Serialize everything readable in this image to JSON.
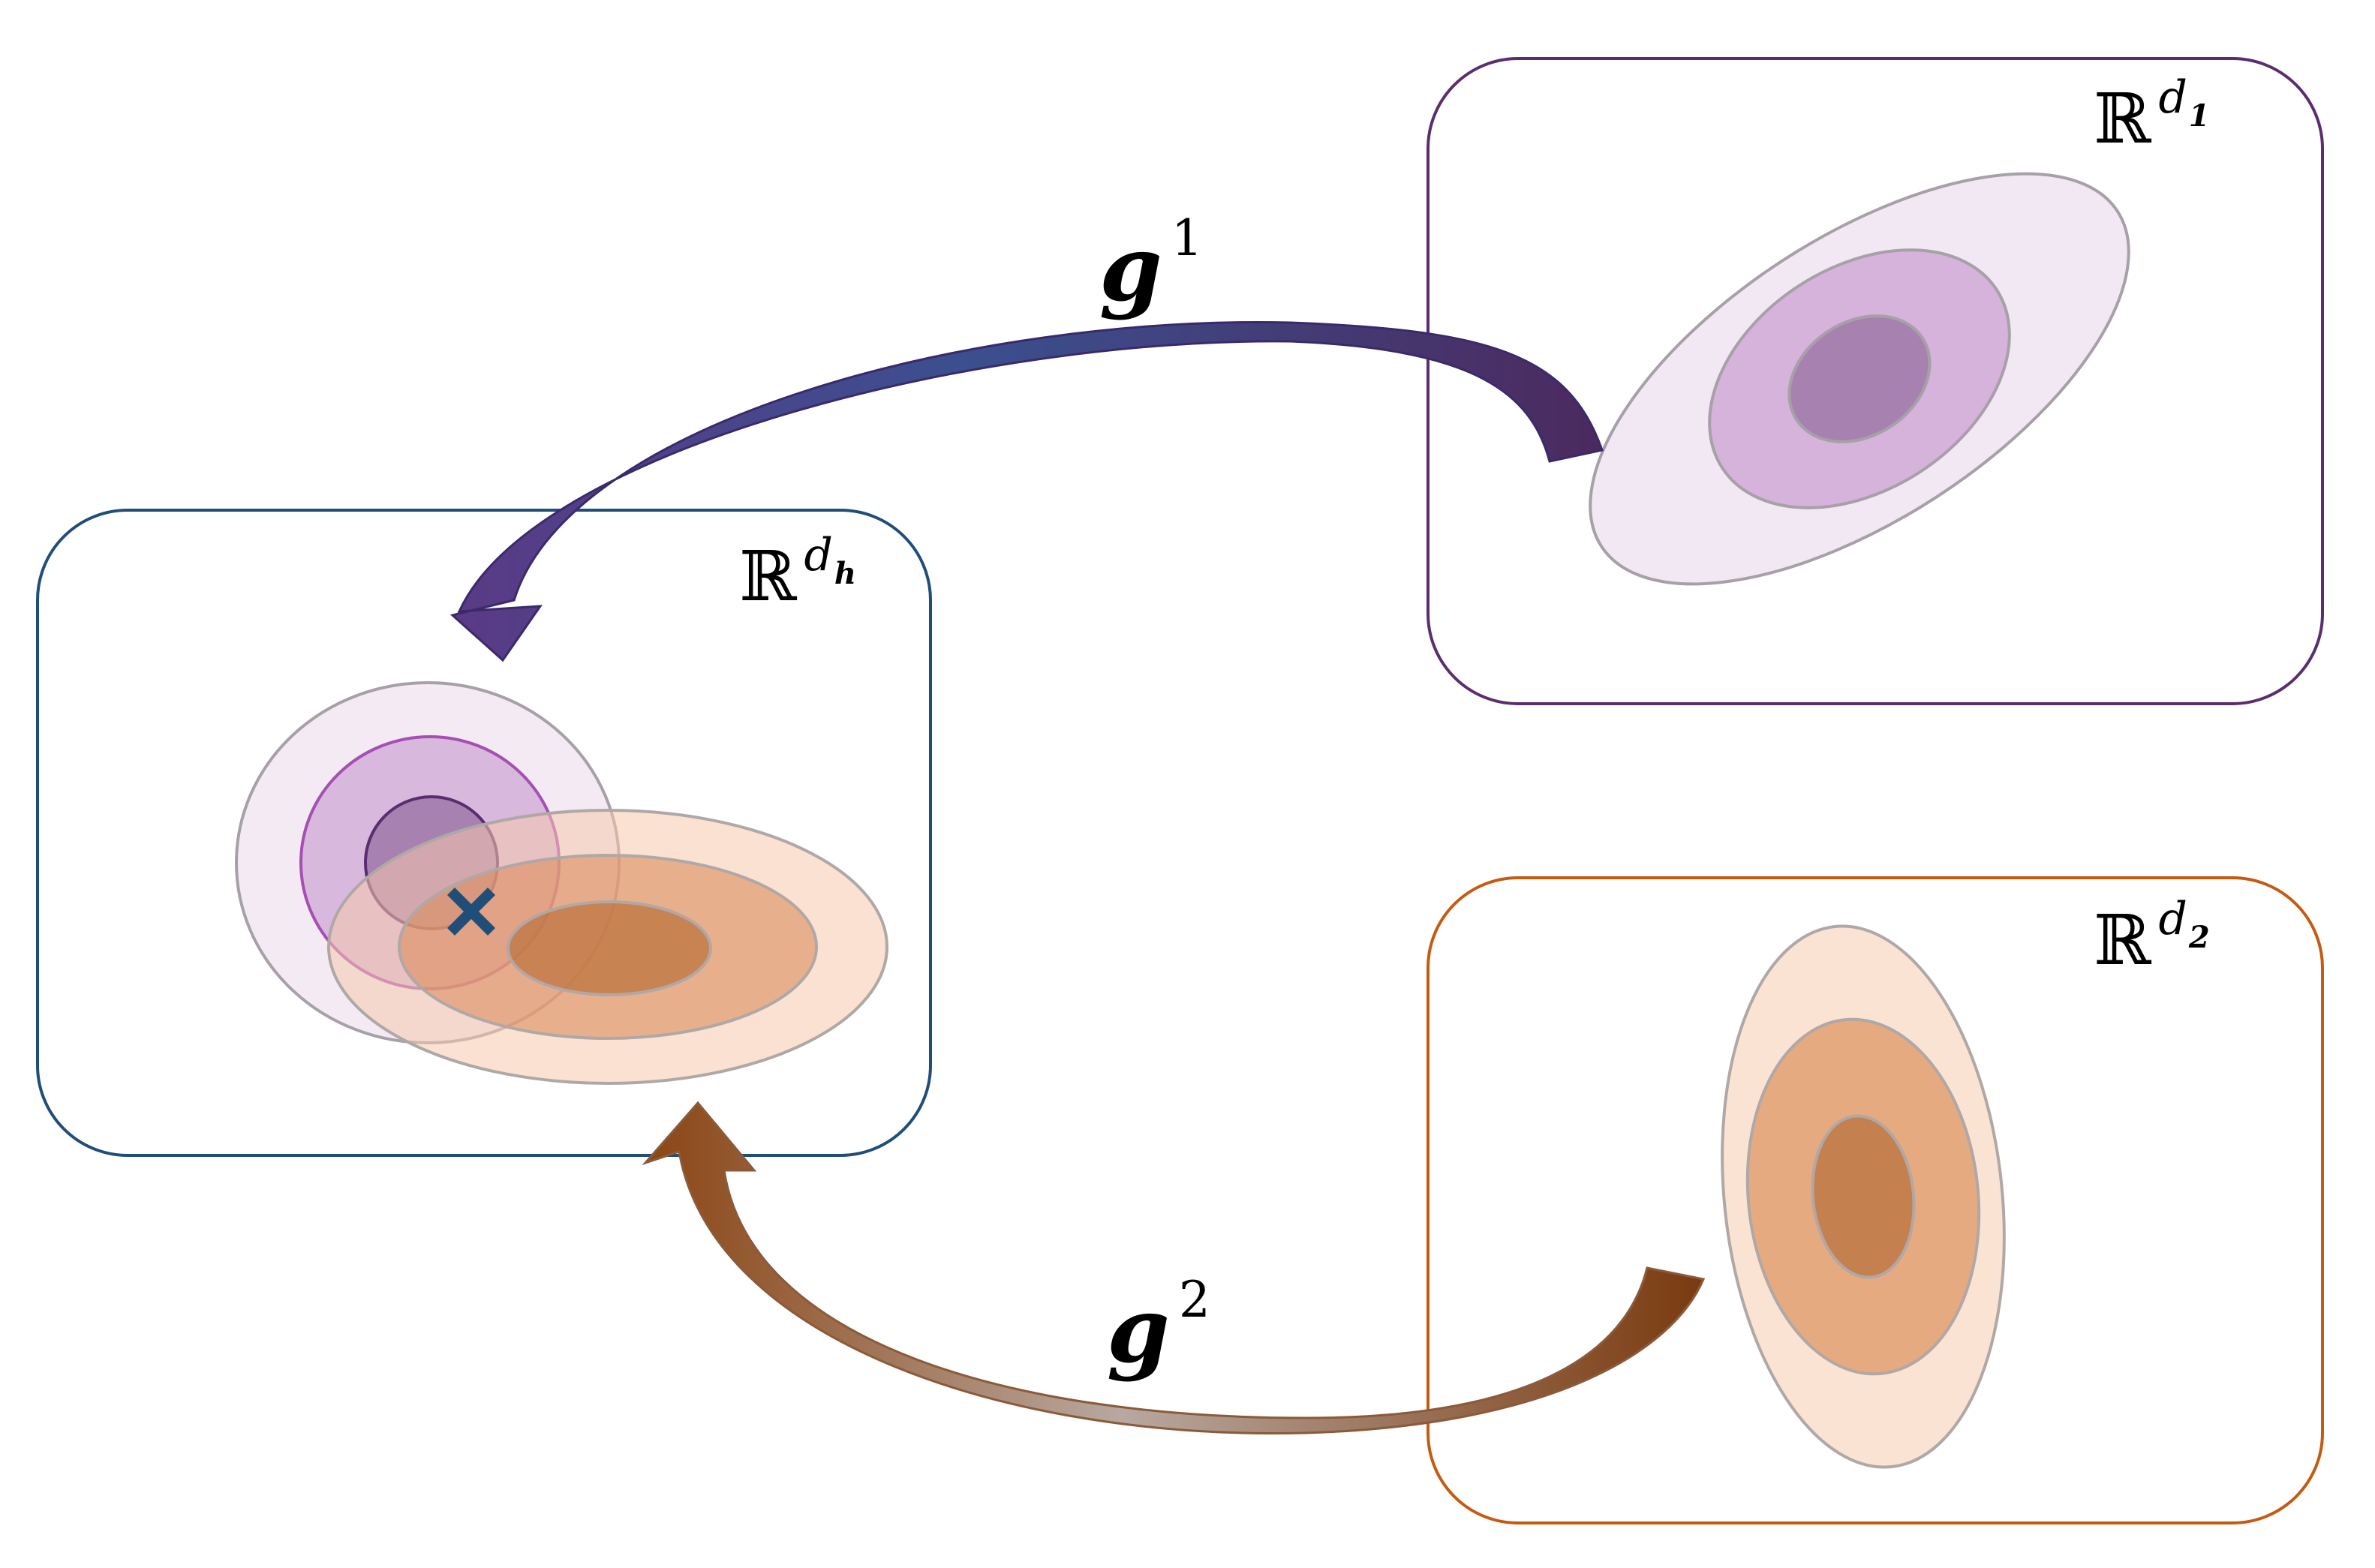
{
  "spaces": {
    "hidden": {
      "symbol": "ℝ",
      "sup": "d",
      "sub": "h",
      "frame_color": "#1f4e79"
    },
    "source1": {
      "symbol": "ℝ",
      "sup": "d",
      "sub": "1",
      "frame_color": "#5a2d6e"
    },
    "source2": {
      "symbol": "ℝ",
      "sup": "d",
      "sub": "2",
      "frame_color": "#c55a11"
    }
  },
  "maps": {
    "g1": {
      "symbol": "g",
      "index": "1",
      "color": "#4b2a6b"
    },
    "g2": {
      "symbol": "g",
      "index": "2",
      "color": "#843c0c"
    }
  },
  "colors": {
    "purple_outer": "#f2e8f3",
    "purple_mid": "#d5b3da",
    "purple_inner": "#a782b0",
    "orange_outer": "#fbe3d4",
    "orange_mid": "#e6aa80",
    "orange_inner": "#c5804f",
    "marker": "#1f4e79"
  },
  "marker": {
    "icon": "cross-marker-icon"
  }
}
